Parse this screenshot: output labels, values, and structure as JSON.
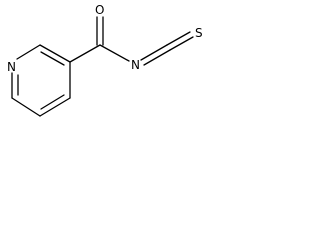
{
  "molecule": {
    "atoms": {
      "ring_nitrogen": "N",
      "carbonyl_oxygen": "O",
      "isothiocyanate_nitrogen": "N",
      "sulfur": "S"
    },
    "colors": {
      "bond": "#000000",
      "label": "#000000",
      "background": "#ffffff"
    }
  }
}
